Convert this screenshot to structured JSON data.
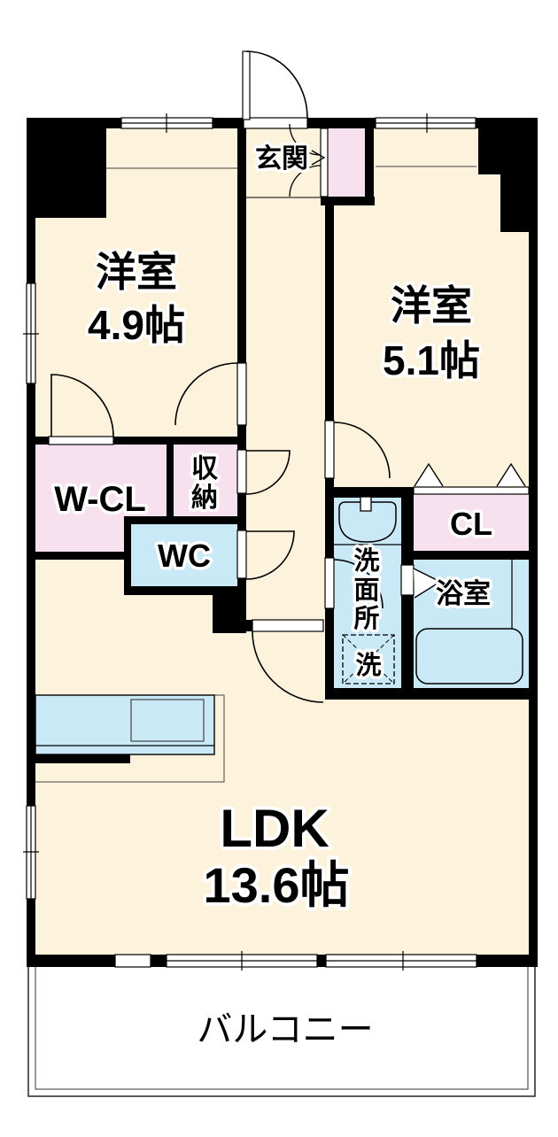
{
  "colors": {
    "room": "#fdf3dc",
    "closet": "#f8e1ef",
    "wet": "#c9e9f7",
    "wall": "#000000"
  },
  "rooms": {
    "entrance": {
      "label": "玄関"
    },
    "bedroom1": {
      "label": "洋室",
      "size": "4.9帖"
    },
    "bedroom2": {
      "label": "洋室",
      "size": "5.1帖"
    },
    "walk_in_closet": {
      "label": "W-CL"
    },
    "storage": {
      "label": "収納"
    },
    "toilet": {
      "label": "WC"
    },
    "washroom": {
      "label": "洗面所"
    },
    "washer": {
      "label": "洗"
    },
    "closet": {
      "label": "CL"
    },
    "bathroom": {
      "label": "浴室"
    },
    "ldk": {
      "label": "LDK",
      "size": "13.6帖"
    },
    "balcony": {
      "label": "バルコニー"
    }
  }
}
